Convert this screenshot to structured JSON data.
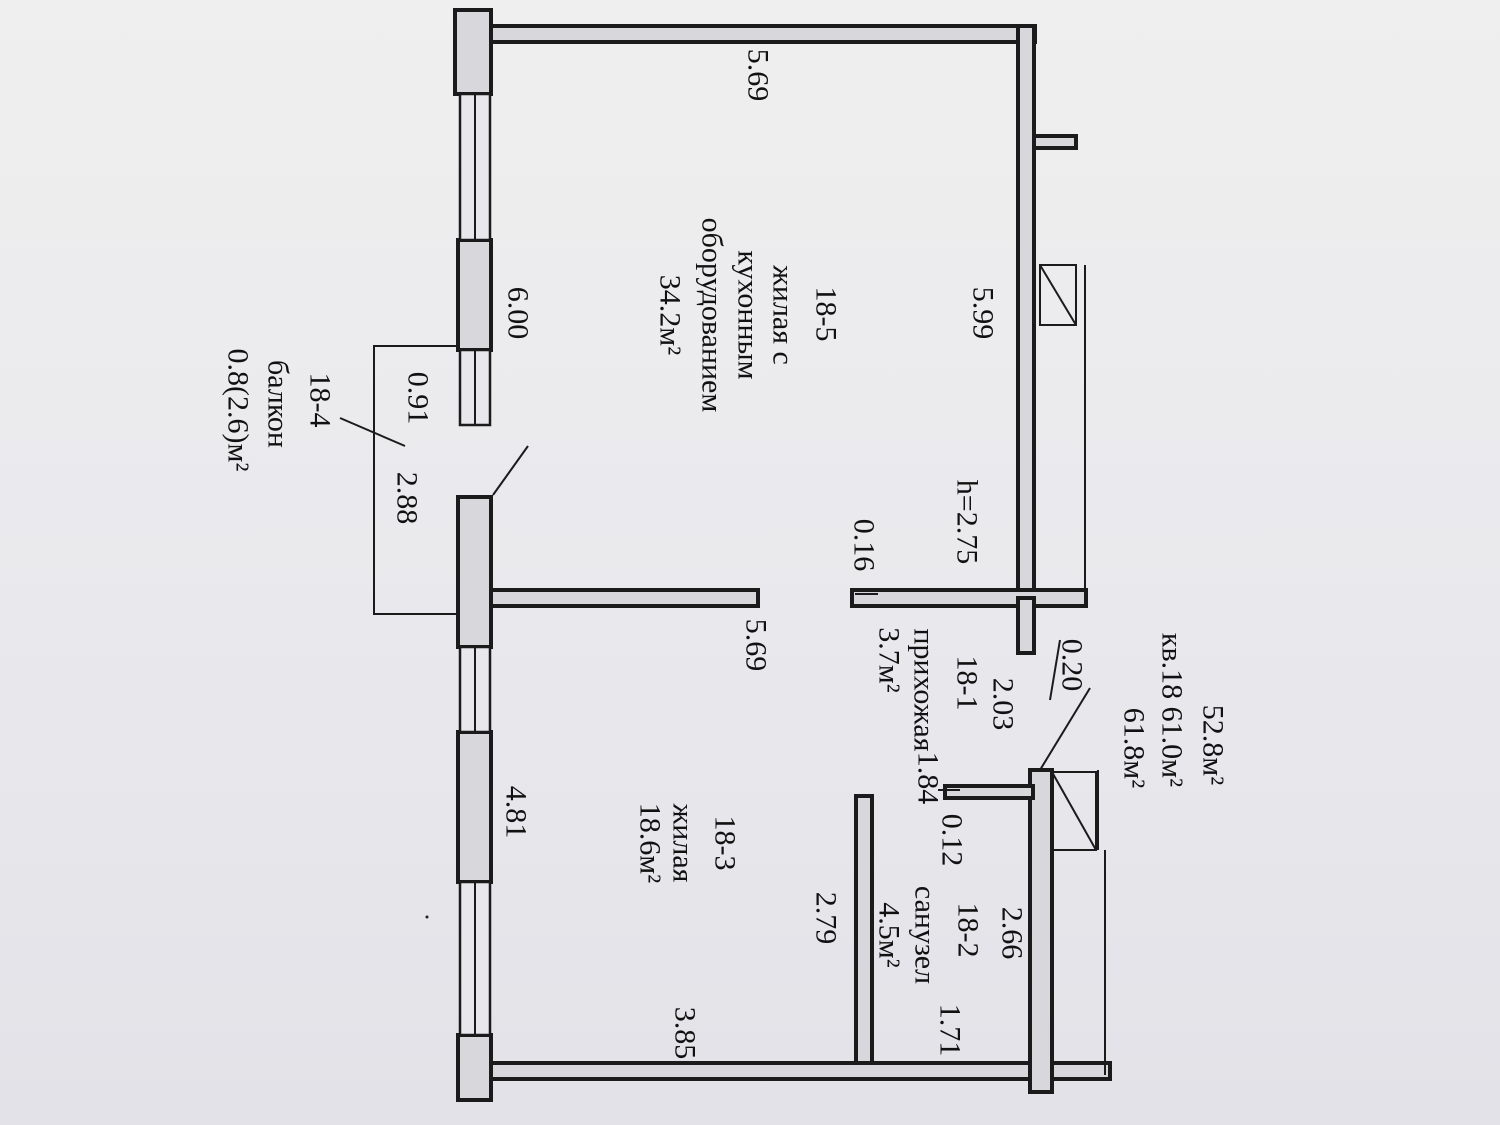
{
  "dimensions": {
    "room5_top": "5.69",
    "room5_depth": "5.99",
    "room5_window_side": "6.00",
    "balcony_width": "0.91",
    "balcony_length": "2.88",
    "ceiling_height": "h=2.75",
    "partition_thickness": "0.16",
    "room3_top": "5.69",
    "room3_window_side": "4.81",
    "room3_bottom": "3.85",
    "room3_depth": "2.79",
    "hall_wall": "0.20",
    "hall_length": "2.03",
    "hall_width": "1.84",
    "bath_partition": "0.12",
    "bath_length": "2.66",
    "bath_width": "1.71"
  },
  "rooms": {
    "room5": {
      "code": "18-5",
      "name_line1": "жилая с",
      "name_line2": "кухонным",
      "name_line3": "оборудованием",
      "area": "34.2м²"
    },
    "room4": {
      "code": "18-4",
      "name": "балкон",
      "area": "0.8(2.6)м²"
    },
    "room3": {
      "code": "18-3",
      "name": "жилая",
      "area": "18.6м²"
    },
    "room1": {
      "code": "18-1",
      "name": "прихожая",
      "area": "3.7м²"
    },
    "room2": {
      "code": "18-2",
      "name": "санузел",
      "area": "4.5м²"
    }
  },
  "apartment": {
    "areas": "52.8м²",
    "number_line": "кв.18   61.0м²",
    "total": "61.8м²"
  }
}
